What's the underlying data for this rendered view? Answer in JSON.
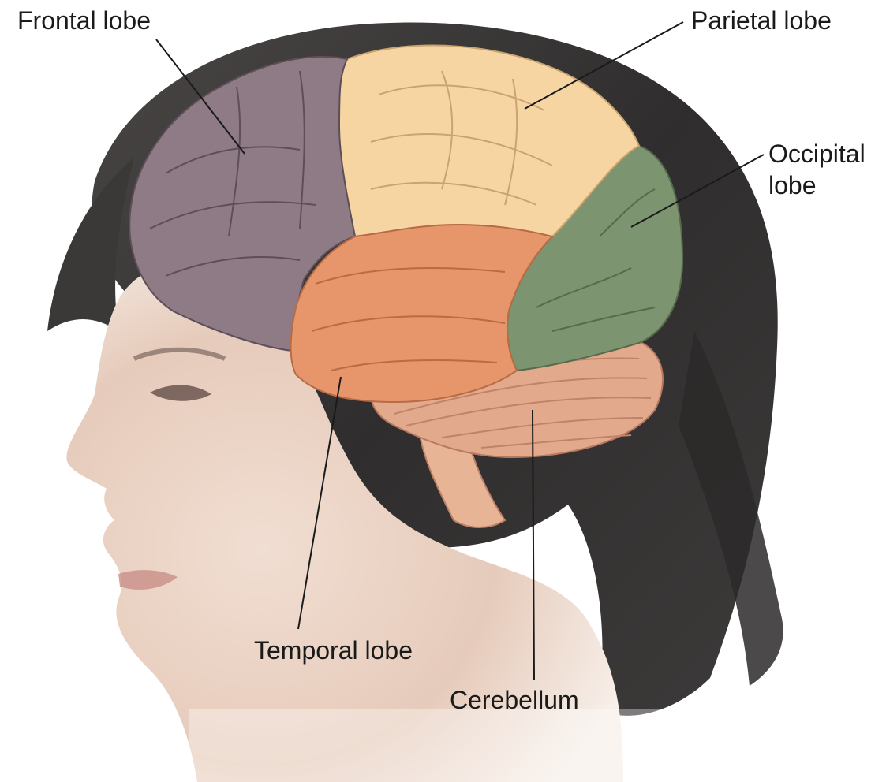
{
  "labels": {
    "frontal": "Frontal lobe",
    "parietal": "Parietal lobe",
    "occipital_line1": "Occipital",
    "occipital_line2": "lobe",
    "temporal": "Temporal lobe",
    "cerebellum": "Cerebellum"
  },
  "colors": {
    "frontal_lobe": "#8e7b86",
    "parietal_lobe": "#f6d5a3",
    "occipital_lobe": "#7c9470",
    "temporal_lobe": "#e7956a",
    "cerebellum": "#e3a98c",
    "brainstem": "#e8b496",
    "hair": "#3a3838",
    "skin": "#ead4c5",
    "label_text": "#1a1a1a"
  }
}
